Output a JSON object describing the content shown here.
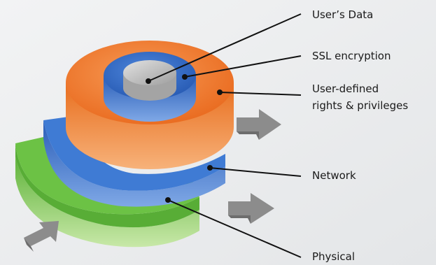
{
  "labels": {
    "users_data": "User’s Data",
    "ssl": "SSL  encryption",
    "rights_line1": "User-defined",
    "rights_line2": "rights & privileges",
    "network": "Network",
    "physical": "Physical"
  },
  "colors": {
    "users_data": "#b8b8b8",
    "ssl": "#2f66c6",
    "rights": "#ef7b2a",
    "network": "#3d79d3",
    "physical": "#65b73f",
    "arrow": "#8c8c8c",
    "leader": "#111111"
  }
}
